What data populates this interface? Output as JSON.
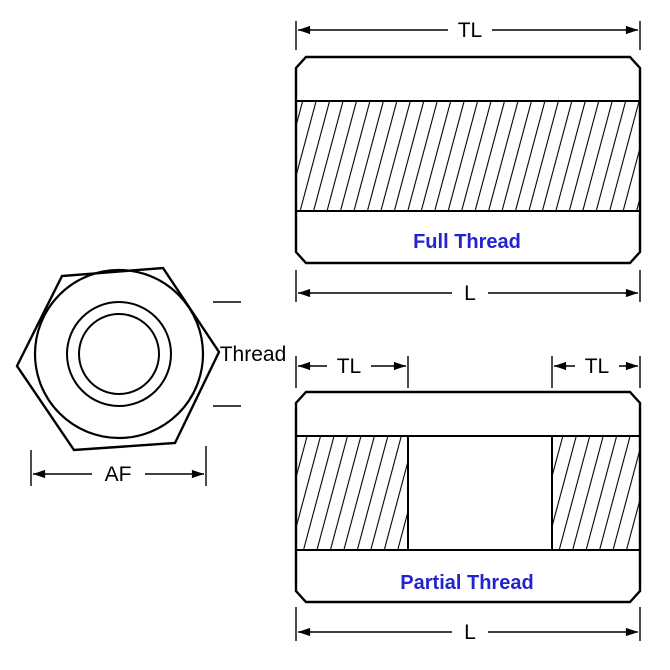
{
  "diagram": {
    "front_view": {
      "thread_label": "Thread",
      "af_label": "AF"
    },
    "full_thread_view": {
      "tl_label": "TL",
      "l_label": "L",
      "caption": "Full Thread"
    },
    "partial_thread_view": {
      "tl_left_label": "TL",
      "tl_right_label": "TL",
      "l_label": "L",
      "caption": "Partial Thread"
    },
    "colors": {
      "line": "#000000",
      "caption": "#2323cf",
      "background": "#ffffff"
    }
  }
}
